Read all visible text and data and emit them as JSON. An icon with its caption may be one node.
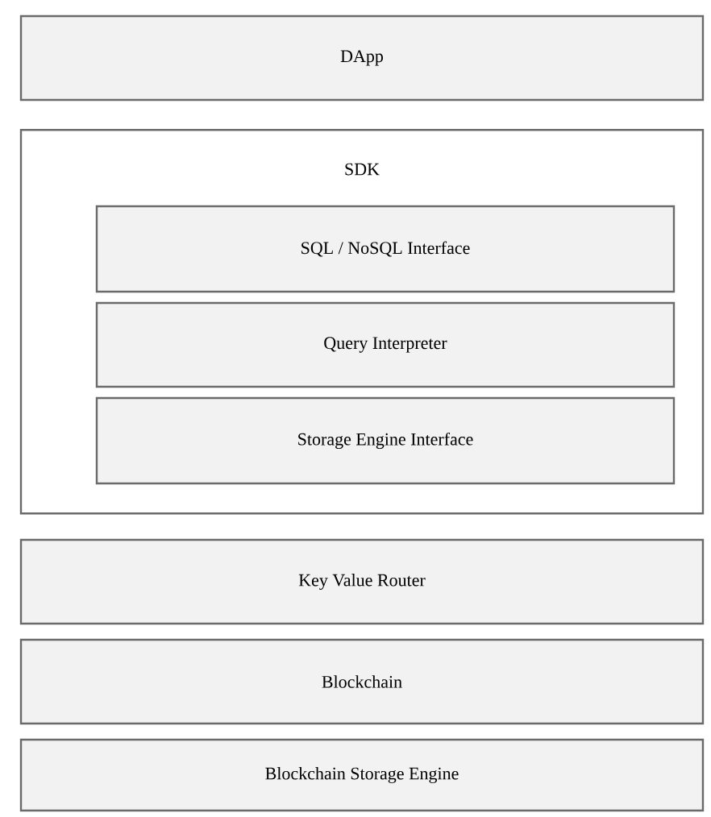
{
  "diagram": {
    "nodes": [
      {
        "text": [
          "DApp"
        ]
      },
      {
        "text": [
          "SDK"
        ]
      },
      {
        "text": [
          "SQL / NoSQL Interface"
        ],
        "in": 1
      },
      {
        "text": [
          "Query Interpreter"
        ],
        "in": 1
      },
      {
        "text": [
          "Storage Engine Interface"
        ],
        "in": 1
      },
      {
        "text": [
          "Key Value Router"
        ]
      },
      {
        "text": [
          "Blockchain"
        ]
      },
      {
        "text": [
          "Blockchain Storage Engine"
        ]
      }
    ]
  }
}
